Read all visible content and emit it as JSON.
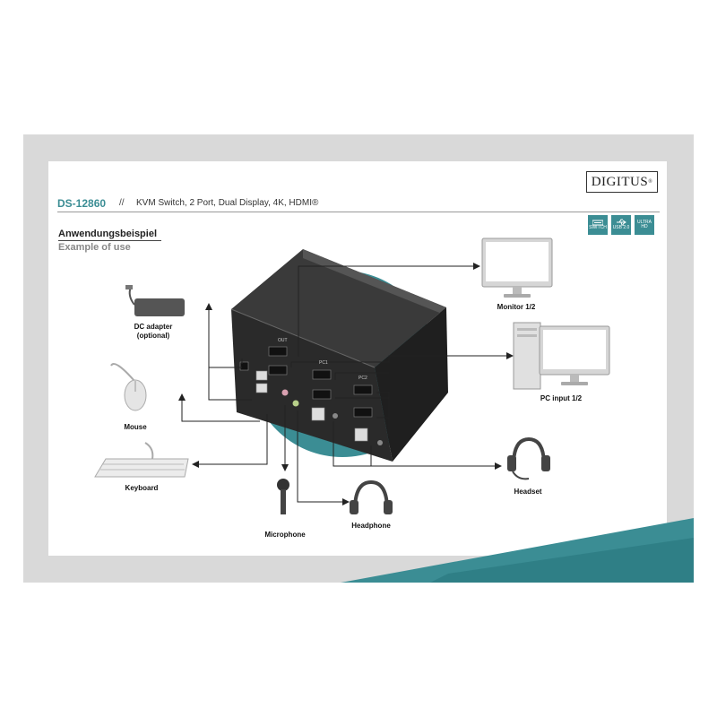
{
  "brand": {
    "logo_text": "DIGITUS",
    "logo_mark": "®",
    "accent": "#3b8d94"
  },
  "header": {
    "product_code": "DS-12860",
    "separator": "//",
    "product_name": "KVM Switch, 2 Port, Dual Display, 4K, HDMI®"
  },
  "badges": [
    {
      "icon": "switch-icon",
      "text": "SWITCH"
    },
    {
      "icon": "usb-icon",
      "text": "USB 2.0"
    },
    {
      "icon": "ultra-hd-icon",
      "text": "ULTRA HD"
    }
  ],
  "section": {
    "title_de": "Anwendungsbeispiel",
    "title_en": "Example of use"
  },
  "devices": {
    "monitor": "Monitor 1/2",
    "pc": "PC input 1/2",
    "dc_adapter": "DC adapter",
    "dc_adapter_note": "(optional)",
    "mouse": "Mouse",
    "keyboard": "Keyboard",
    "microphone": "Microphone",
    "headphone": "Headphone",
    "headset": "Headset"
  },
  "switch_labels": {
    "port_a": "PC1",
    "port_b": "PC2",
    "port_c": "OUT"
  }
}
